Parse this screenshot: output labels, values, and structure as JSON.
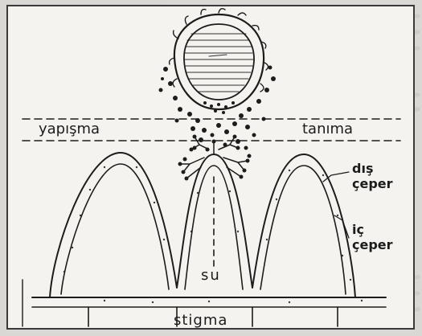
{
  "labels": {
    "adhesion": "yapışma",
    "recognition": "tanıma",
    "outer_wall_1": "dış",
    "outer_wall_2": "çeper",
    "inner_wall_1": "iç",
    "inner_wall_2": "çeper",
    "water": "su",
    "stigma": "stigma"
  },
  "colors": {
    "ink": "#1c1c1c",
    "paper": "#f4f3ef",
    "page_bg": "#d9d8d4",
    "bleed_text": "#c4c3be"
  }
}
